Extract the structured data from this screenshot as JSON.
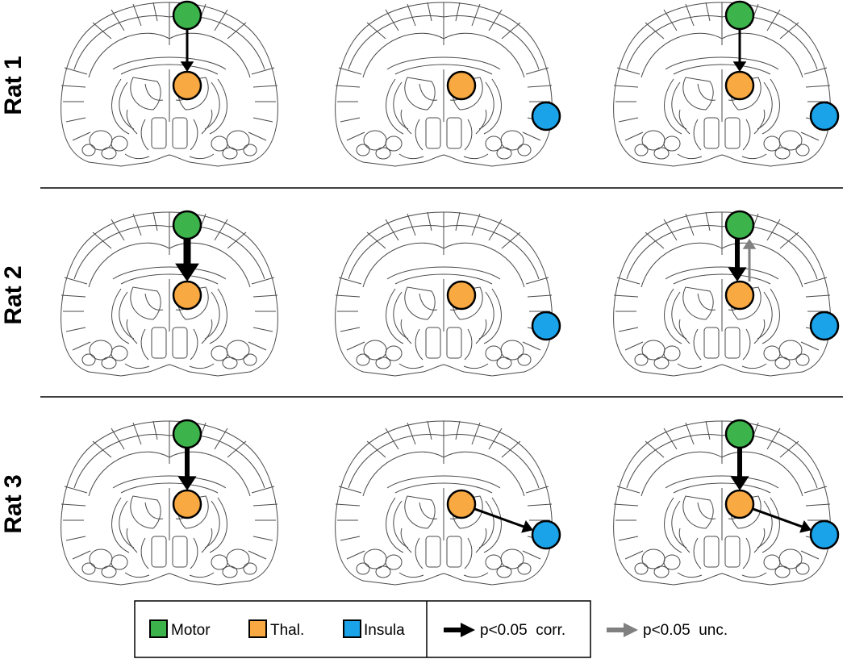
{
  "rows": [
    {
      "label": "Rat 1"
    },
    {
      "label": "Rat 2"
    },
    {
      "label": "Rat 3"
    }
  ],
  "colors": {
    "motor": "#3cb44b",
    "thal": "#f8a942",
    "insula": "#1aa3e8",
    "corr_arrow": "#000000",
    "unc_arrow": "#808080"
  },
  "panels": [
    {
      "row": 0,
      "col": 0,
      "regions": [
        "motor",
        "thal"
      ],
      "connections": [
        {
          "from": "motor",
          "to": "thal",
          "significance": "corr",
          "strength": 1
        }
      ]
    },
    {
      "row": 0,
      "col": 1,
      "regions": [
        "thal",
        "insula"
      ],
      "connections": []
    },
    {
      "row": 0,
      "col": 2,
      "regions": [
        "motor",
        "thal",
        "insula"
      ],
      "connections": [
        {
          "from": "motor",
          "to": "thal",
          "significance": "corr",
          "strength": 1
        }
      ]
    },
    {
      "row": 1,
      "col": 0,
      "regions": [
        "motor",
        "thal"
      ],
      "connections": [
        {
          "from": "motor",
          "to": "thal",
          "significance": "corr",
          "strength": 3
        }
      ]
    },
    {
      "row": 1,
      "col": 1,
      "regions": [
        "thal",
        "insula"
      ],
      "connections": []
    },
    {
      "row": 1,
      "col": 2,
      "regions": [
        "motor",
        "thal",
        "insula"
      ],
      "connections": [
        {
          "from": "motor",
          "to": "thal",
          "significance": "corr",
          "strength": 2
        },
        {
          "from": "thal",
          "to": "motor",
          "significance": "unc",
          "strength": 1
        }
      ]
    },
    {
      "row": 2,
      "col": 0,
      "regions": [
        "motor",
        "thal"
      ],
      "connections": [
        {
          "from": "motor",
          "to": "thal",
          "significance": "corr",
          "strength": 2
        }
      ]
    },
    {
      "row": 2,
      "col": 1,
      "regions": [
        "thal",
        "insula"
      ],
      "connections": [
        {
          "from": "thal",
          "to": "insula",
          "significance": "corr",
          "strength": 1
        }
      ]
    },
    {
      "row": 2,
      "col": 2,
      "regions": [
        "motor",
        "thal",
        "insula"
      ],
      "connections": [
        {
          "from": "motor",
          "to": "thal",
          "significance": "corr",
          "strength": 2
        },
        {
          "from": "thal",
          "to": "insula",
          "significance": "corr",
          "strength": 1
        }
      ]
    }
  ],
  "legend": {
    "regions": [
      {
        "key": "motor",
        "label": "Motor"
      },
      {
        "key": "thal",
        "label": "Thal."
      },
      {
        "key": "insula",
        "label": "Insula"
      }
    ],
    "arrows": [
      {
        "key": "corr",
        "label": "p<0.05  corr."
      },
      {
        "key": "unc",
        "label": "p<0.05  unc."
      }
    ]
  }
}
